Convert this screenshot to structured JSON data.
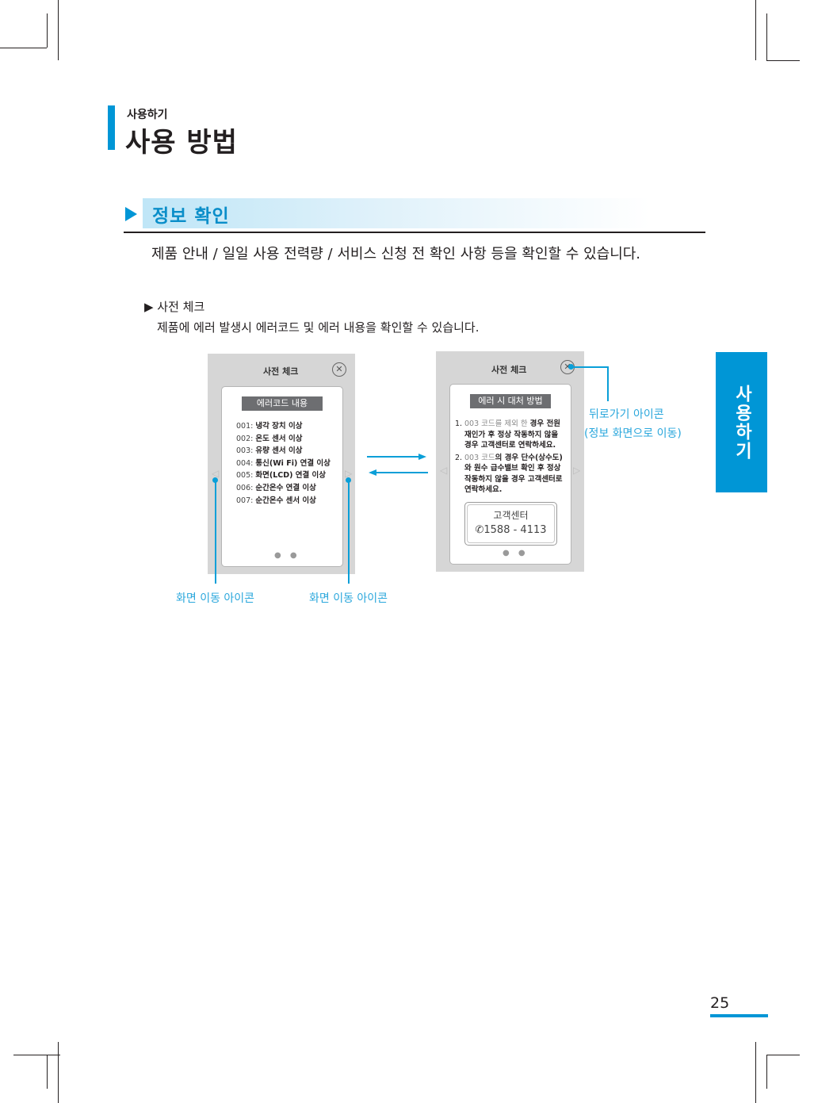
{
  "header": {
    "section": "사용하기",
    "title": "사용 방법"
  },
  "info_section": {
    "title": "정보 확인",
    "description": "제품 안내  / 일일 사용 전력량 / 서비스 신청 전 확인 사항 등을 확인할 수 있습니다."
  },
  "pre_check": {
    "heading": "▶ 사전 체크",
    "description": "제품에 에러 발생시 에러코드 및 에러 내용을 확인할 수 있습니다."
  },
  "screen1": {
    "title": "사전 체크",
    "close_symbol": "✕",
    "card_header": "에러코드 내용",
    "errors": [
      {
        "code": "001",
        "text": "냉각 장치 이상"
      },
      {
        "code": "002",
        "text": "온도 센서 이상"
      },
      {
        "code": "003",
        "text": "유량 센서 이상"
      },
      {
        "code": "004",
        "text": "통신(Wi Fi) 연결 이상"
      },
      {
        "code": "005",
        "text": "화면(LCD) 연결 이상"
      },
      {
        "code": "006",
        "text": "순간온수 연결 이상"
      },
      {
        "code": "007",
        "text": "순간온수 센서 이상"
      }
    ],
    "page_dots": "● ●",
    "left_arrow": "◁",
    "right_arrow": "▷"
  },
  "screen2": {
    "title": "사전 체크",
    "close_symbol": "✕",
    "card_header": "에러 시 대처 방법",
    "item1_num": "1.",
    "item1_pre": "003 코드를 제외 한",
    "item1_bold_a": "경우 전원",
    "item1_bold_b": "재인가 후 정상 작동하지 않을",
    "item1_bold_c": "경우 고객센터로 연락하세요.",
    "item2_num": "2.",
    "item2_pre": "003 코드",
    "item2_bold_a": "의 경우 단수(상수도)",
    "item2_bold_b": "와 원수 급수밸브 확인 후 정상",
    "item2_bold_c": "작동하지 않을 경우 고객센터로",
    "item2_bold_d": "연락하세요.",
    "cs_label": "고객센터",
    "cs_phone": "1588 - 4113",
    "page_dots": "● ●",
    "left_arrow": "◁",
    "right_arrow": "▷"
  },
  "callouts": {
    "back_icon_line1": "뒤로가기 아이콘",
    "back_icon_line2": "(정보 화면으로 이동)",
    "nav_icon_left": "화면 이동 아이콘",
    "nav_icon_right": "화면 이동 아이콘"
  },
  "side_tab": {
    "label": "사용하기"
  },
  "page_number": "25",
  "colors": {
    "accent": "#0096d6",
    "callout": "#2aa7dc"
  }
}
